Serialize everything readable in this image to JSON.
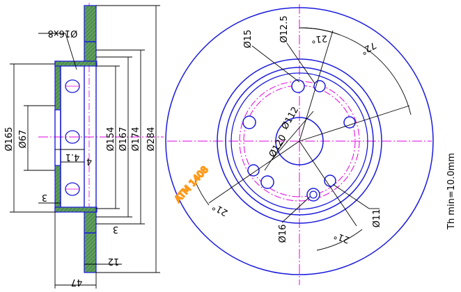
{
  "colors": {
    "outline": "#1a1adc",
    "dimension": "#000000",
    "centerline": "#e000e0",
    "section_fill": "#5f9e5f",
    "watermark": "#ff9a1a"
  },
  "side_view": {
    "labels": {
      "stud_holes": "Ø16x8",
      "d165": "Ø165",
      "d67": "Ø67",
      "d154": "Ø154",
      "d167": "Ø167",
      "d174": "Ø174",
      "d284": "Ø284",
      "hub_4_1": "4.1",
      "hub_4": "4",
      "flange_3_left": "3",
      "flange_3_right": "3",
      "disc_12": "12",
      "overall_47": "47"
    }
  },
  "front_view": {
    "labels": {
      "d15": "Ø15",
      "d12_5": "Ø12.5",
      "angle_21_top": "21°",
      "angle_72": "72°",
      "d112": "Ø112",
      "d120": "Ø120",
      "angle_21_left": "21°",
      "d16": "Ø16",
      "angle_21_bottom": "21°",
      "d11": "Ø11"
    }
  },
  "thickness_note": "Th min=10.0mm",
  "watermark": "ATM 1408"
}
